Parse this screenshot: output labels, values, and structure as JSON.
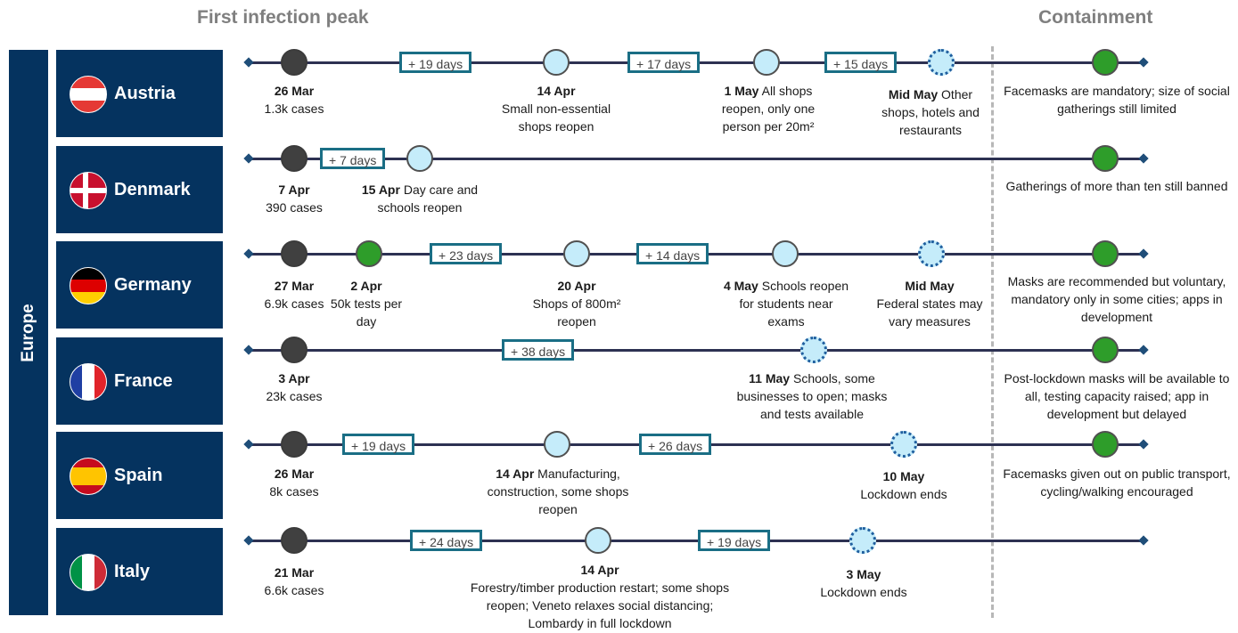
{
  "headers": {
    "left": "First infection peak",
    "right": "Containment"
  },
  "region": "Europe",
  "colors": {
    "navy": "#05335f",
    "line": "#2d3152",
    "peak": "#404040",
    "green": "#2e9d2a",
    "light": "#c5ecfa",
    "box_border": "#1a6e85"
  },
  "countries": [
    {
      "name": "Austria",
      "flag": "austria-flag",
      "durations": [
        "+ 19 days",
        "+ 17 days",
        "+ 15 days"
      ],
      "events": [
        {
          "date": "26 Mar",
          "text": "1.3k cases"
        },
        {
          "date": "14 Apr",
          "text": "Small non-essential shops reopen"
        },
        {
          "date": "1 May",
          "text": "All shops reopen, only one person per 20m²"
        },
        {
          "date": "Mid May",
          "text": "Other shops, hotels and restaurants"
        }
      ],
      "containment": "Facemasks are mandatory; size of social gatherings still limited"
    },
    {
      "name": "Denmark",
      "flag": "denmark-flag",
      "durations": [
        "+ 7 days"
      ],
      "events": [
        {
          "date": "7 Apr",
          "text": "390 cases"
        },
        {
          "date": "15 Apr",
          "text": "Day care and schools reopen"
        }
      ],
      "containment": "Gatherings of more than ten still banned"
    },
    {
      "name": "Germany",
      "flag": "germany-flag",
      "durations": [
        "+ 23 days",
        "+ 14 days"
      ],
      "events": [
        {
          "date": "27 Mar",
          "text": "6.9k cases"
        },
        {
          "date": "2 Apr",
          "text": "50k tests per day"
        },
        {
          "date": "20 Apr",
          "text": "Shops of 800m² reopen"
        },
        {
          "date": "4 May",
          "text": "Schools reopen for students near exams"
        },
        {
          "date": "Mid May",
          "text": "Federal states may vary measures"
        }
      ],
      "containment": "Masks are recommended but voluntary, mandatory only in some cities; apps in development"
    },
    {
      "name": "France",
      "flag": "france-flag",
      "durations": [
        "+ 38 days"
      ],
      "events": [
        {
          "date": "3 Apr",
          "text": "23k cases"
        },
        {
          "date": "11 May",
          "text": "Schools, some businesses to open; masks and tests available"
        }
      ],
      "containment": "Post-lockdown masks will be available to all, testing capacity raised; app in development but delayed"
    },
    {
      "name": "Spain",
      "flag": "spain-flag",
      "durations": [
        "+ 19 days",
        "+ 26 days"
      ],
      "events": [
        {
          "date": "26 Mar",
          "text": "8k cases"
        },
        {
          "date": "14 Apr",
          "text": "Manufacturing, construction, some shops reopen"
        },
        {
          "date": "10 May",
          "text": "Lockdown ends"
        }
      ],
      "containment": "Facemasks given out on public transport, cycling/walking encouraged"
    },
    {
      "name": "Italy",
      "flag": "italy-flag",
      "durations": [
        "+ 24 days",
        "+ 19 days"
      ],
      "events": [
        {
          "date": "21 Mar",
          "text": "6.6k cases"
        },
        {
          "date": "14 Apr",
          "text": "Forestry/timber production restart; some shops reopen; Veneto relaxes social distancing; Lombardy in full lockdown"
        },
        {
          "date": "3 May",
          "text": "Lockdown ends"
        }
      ],
      "containment": ""
    }
  ]
}
